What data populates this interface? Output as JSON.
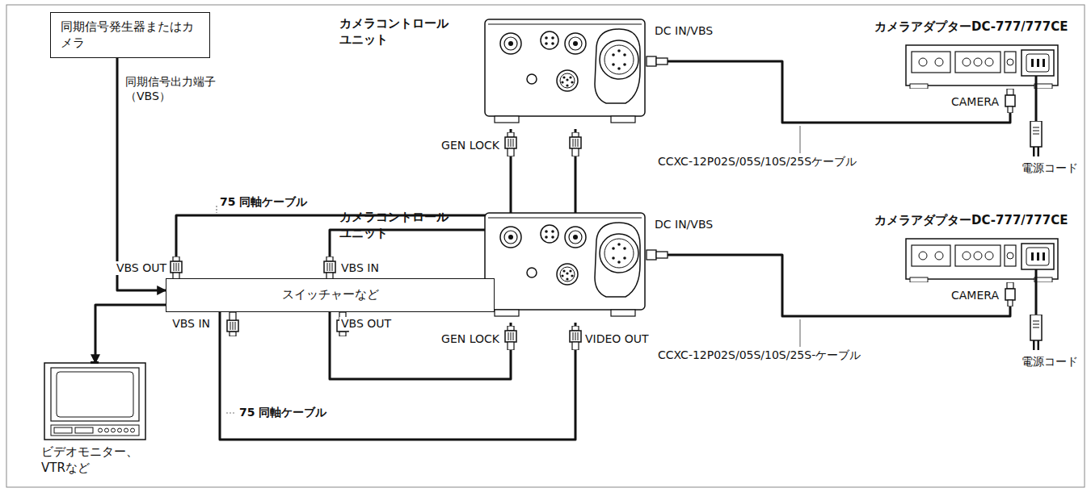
{
  "diagram": {
    "nodes": [
      {
        "text": [
          "同期信号発生器またはカメラ"
        ]
      },
      {
        "text": [
          "スイッチャーなど"
        ]
      },
      {
        "text": [
          "カメラコントロール ユニット"
        ]
      },
      {
        "text": [
          "カメラアダプターDC-777/777CE"
        ]
      },
      {
        "text": [
          "カメラコントロール ユニット"
        ]
      },
      {
        "text": [
          "カメラアダプターDC-777/777CE"
        ]
      },
      {
        "text": [
          "ビデオモニター、VTRなど"
        ]
      }
    ],
    "edges": [
      {
        "from": 0,
        "to": 1,
        "arrow": "to",
        "label": "同期信号出力端子（VBS）"
      },
      {
        "from": 1,
        "to": 6,
        "arrow": "to"
      },
      {
        "from": 1,
        "to": 2,
        "arrow": "none",
        "label": "75 同軸ケーブル"
      },
      {
        "from": 2,
        "to": 1,
        "arrow": "none"
      },
      {
        "from": 2,
        "to": 3,
        "arrow": "none",
        "label": "CCXC-12P02S/05S/10S/25Sケーブル"
      },
      {
        "from": 1,
        "to": 4,
        "arrow": "none",
        "label": "75 同軸ケーブル"
      },
      {
        "from": 4,
        "to": 1,
        "arrow": "none"
      },
      {
        "from": 4,
        "to": 5,
        "arrow": "none",
        "label": "CCXC-12P02S/05S/10S/25S-ケーブル"
      }
    ],
    "labels": [
      "DC IN/VBS",
      "GEN LOCK",
      "CAMERA",
      "電源コード",
      "VBS OUT",
      "VBS IN",
      "DC IN/VBS",
      "GEN LOCK",
      "VIDEO OUT",
      "CAMERA",
      "電源コード",
      "VBS IN",
      "VBS OUT"
    ]
  }
}
